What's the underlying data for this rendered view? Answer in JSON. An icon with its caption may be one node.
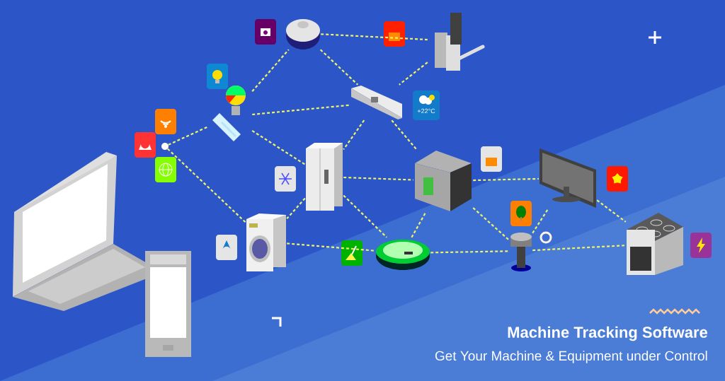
{
  "diagram": {
    "title": "Machine Tracking Software",
    "caption": "Get Your Machine & Equipment under Control",
    "nodes": [
      {
        "text": [],
        "shape": "circle"
      },
      {
        "text": [],
        "shape": "picture"
      },
      {
        "text": [],
        "shape": "picture"
      },
      {
        "text": [],
        "shape": "picture"
      },
      {
        "text": [],
        "shape": "picture"
      },
      {
        "text": [],
        "shape": "picture"
      },
      {
        "text": [],
        "shape": "picture"
      },
      {
        "text": [],
        "shape": "picture"
      },
      {
        "text": [],
        "shape": "picture"
      },
      {
        "text": [],
        "shape": "picture"
      },
      {
        "text": [],
        "shape": "picture"
      },
      {
        "text": [],
        "shape": "picture"
      }
    ],
    "edges": [
      {
        "from": 0,
        "to": 1,
        "arrow": "none",
        "style": "dashed"
      },
      {
        "from": 0,
        "to": 7,
        "arrow": "none",
        "style": "dashed"
      },
      {
        "from": 1,
        "to": 2,
        "arrow": "none",
        "style": "dashed"
      },
      {
        "from": 1,
        "to": 4,
        "arrow": "none",
        "style": "dashed"
      },
      {
        "from": 1,
        "to": 5,
        "arrow": "none",
        "style": "dashed"
      },
      {
        "from": 2,
        "to": 3,
        "arrow": "none",
        "style": "dashed"
      },
      {
        "from": 2,
        "to": 4,
        "arrow": "none",
        "style": "dashed"
      },
      {
        "from": 3,
        "to": 4,
        "arrow": "none",
        "style": "dashed"
      },
      {
        "from": 4,
        "to": 5,
        "arrow": "none",
        "style": "dashed"
      },
      {
        "from": 4,
        "to": 6,
        "arrow": "none",
        "style": "dashed"
      },
      {
        "from": 5,
        "to": 6,
        "arrow": "none",
        "style": "dashed"
      },
      {
        "from": 5,
        "to": 7,
        "arrow": "none",
        "style": "dashed"
      },
      {
        "from": 5,
        "to": 8,
        "arrow": "none",
        "style": "dashed"
      },
      {
        "from": 7,
        "to": 8,
        "arrow": "none",
        "style": "dashed"
      },
      {
        "from": 8,
        "to": 6,
        "arrow": "none",
        "style": "dashed"
      },
      {
        "from": 6,
        "to": 9,
        "arrow": "none",
        "style": "dashed"
      },
      {
        "from": 6,
        "to": 10,
        "arrow": "none",
        "style": "dashed"
      },
      {
        "from": 8,
        "to": 10,
        "arrow": "none",
        "style": "dashed"
      },
      {
        "from": 10,
        "to": 11,
        "arrow": "none",
        "style": "dashed"
      },
      {
        "from": 10,
        "to": 9,
        "arrow": "none",
        "style": "dashed"
      },
      {
        "from": 9,
        "to": 11,
        "arrow": "none",
        "style": "dashed"
      }
    ],
    "labels": [
      "+22°C"
    ]
  }
}
